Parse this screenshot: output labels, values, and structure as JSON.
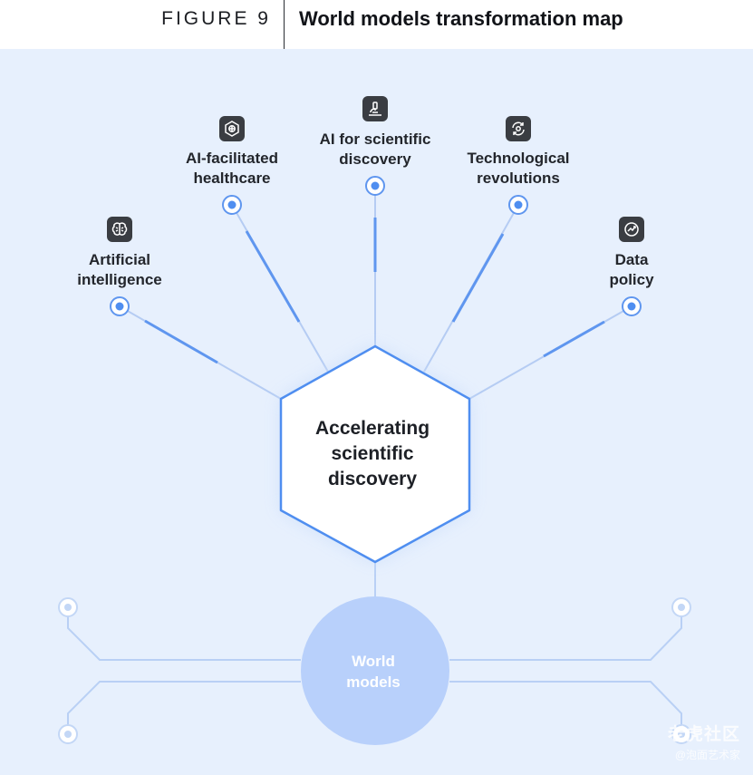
{
  "figure": {
    "label": "FIGURE 9",
    "title": "World models transformation map"
  },
  "center": {
    "line1": "Accelerating",
    "line2": "scientific",
    "line3": "discovery"
  },
  "nodes": [
    {
      "line1": "Artificial",
      "line2": "intelligence",
      "icon": "brain-icon"
    },
    {
      "line1": "AI-facilitated",
      "line2": "healthcare",
      "icon": "medical-icon"
    },
    {
      "line1": "AI for scientific",
      "line2": "discovery",
      "icon": "microscope-icon"
    },
    {
      "line1": "Technological",
      "line2": "revolutions",
      "icon": "cycle-gear-icon"
    },
    {
      "line1": "Data",
      "line2": "policy",
      "icon": "chart-trend-icon"
    }
  ],
  "base": {
    "line1": "World",
    "line2": "models"
  },
  "watermark": {
    "main": "老虎社区",
    "sub": "@泡面艺术家"
  },
  "colors": {
    "panel": "#e7f0fd",
    "accent": "#4f8ef0",
    "world": "#b8d0fb"
  }
}
